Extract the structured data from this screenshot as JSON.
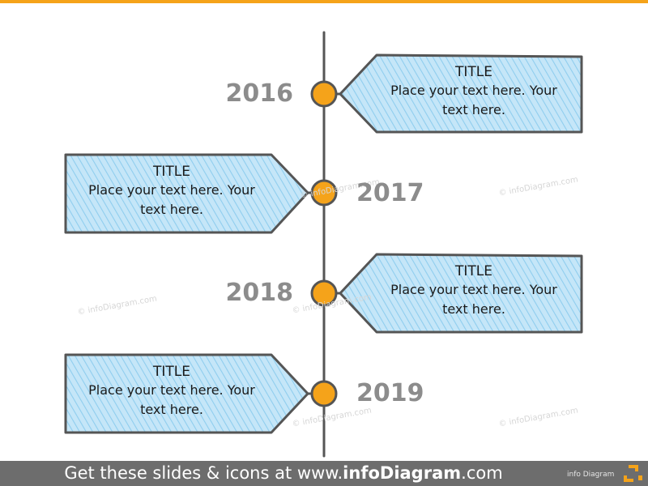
{
  "timeline": {
    "items": [
      {
        "year": "2016",
        "title": "TITLE",
        "body": "Place your text here. Your text here.",
        "side": "right"
      },
      {
        "year": "2017",
        "title": "TITLE",
        "body": "Place your text here. Your text here.",
        "side": "left"
      },
      {
        "year": "2018",
        "title": "TITLE",
        "body": "Place your text here. Your text here.",
        "side": "right"
      },
      {
        "year": "2019",
        "title": "TITLE",
        "body": "Place your text here. Your text here.",
        "side": "left"
      }
    ]
  },
  "watermark": "© infoDiagram.com",
  "footer": {
    "text_prefix": "Get these slides & icons at www.",
    "text_brand": "infoDiagram",
    "text_suffix": ".com",
    "logo_text": "info Diagram"
  },
  "colors": {
    "accent_orange": "#f5a31a",
    "tag_fill": "#bfe3f7",
    "tag_hatch": "#8fcdee",
    "outline": "#555555",
    "year_gray": "#8c8c8c",
    "footer_bg": "#6d6d6d"
  }
}
